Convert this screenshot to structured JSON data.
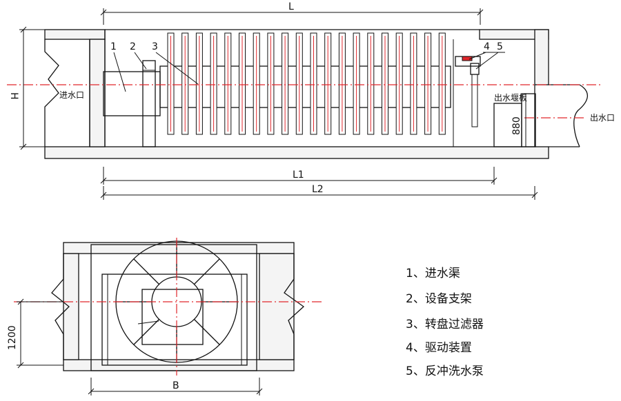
{
  "elevation": {
    "dim_L": "L",
    "dim_H": "H",
    "dim_L1": "L1",
    "dim_L2": "L2",
    "dim_880": "880",
    "inlet_label": "进水口",
    "outlet_label": "出水口",
    "weir_label": "出水堰板",
    "callouts": [
      "1",
      "2",
      "3",
      "4",
      "5"
    ]
  },
  "plan": {
    "dim_1200": "1200",
    "dim_B": "B"
  },
  "legend": [
    "1、进水渠",
    "2、设备支架",
    "3、转盘过滤器",
    "4、驱动装置",
    "5、反冲洗水泵"
  ]
}
